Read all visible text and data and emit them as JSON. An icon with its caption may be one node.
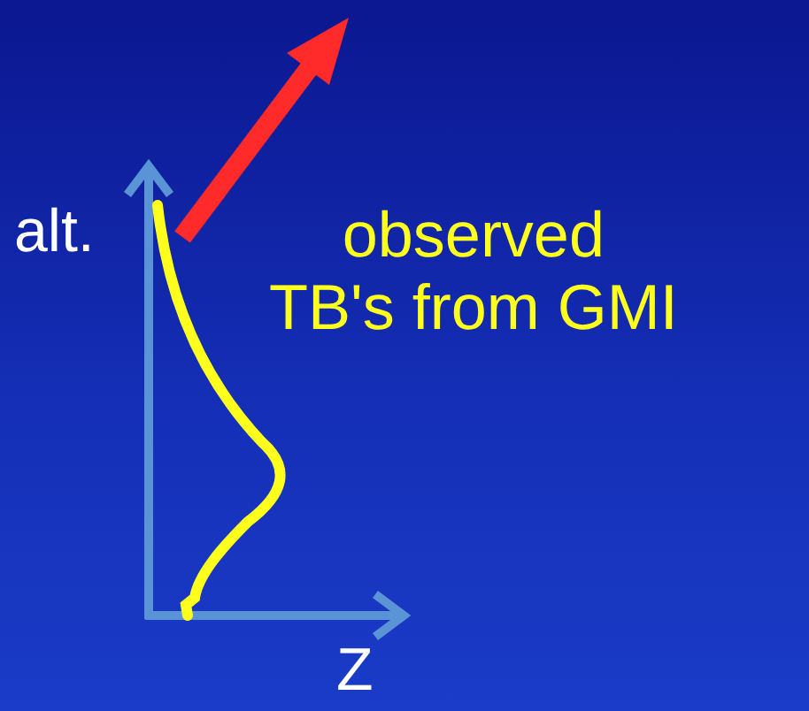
{
  "diagram": {
    "labels": [
      "alt.",
      "observed TB's from GMI",
      "Z"
    ]
  }
}
